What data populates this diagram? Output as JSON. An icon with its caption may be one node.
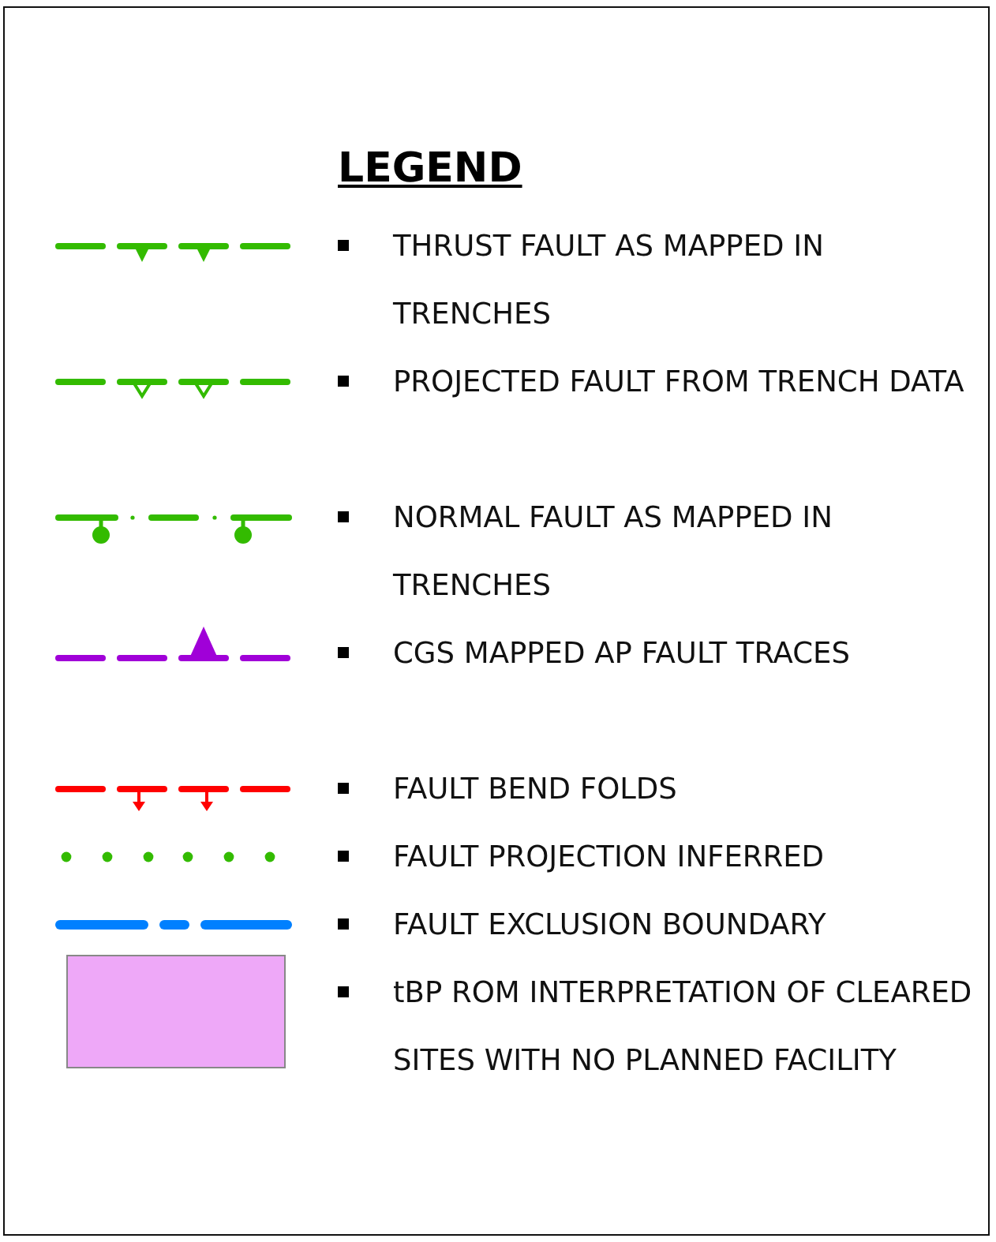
{
  "diagram": {
    "title": "LEGEND",
    "legend": [
      {
        "text": "THRUST FAULT AS MAPPED IN TRENCHES"
      },
      {
        "text": "PROJECTED FAULT FROM TRENCH DATA"
      },
      {
        "text": "NORMAL FAULT AS MAPPED IN TRENCHES"
      },
      {
        "text": "CGS MAPPED AP FAULT TRACES"
      },
      {
        "text": "FAULT BEND FOLDS"
      },
      {
        "text": "FAULT PROJECTION INFERRED"
      },
      {
        "text": "FAULT EXCLUSION BOUNDARY"
      },
      {
        "text": "tBP ROM INTERPRETATION OF CLEARED SITES WITH NO PLANNED FACILITY",
        "color": "#eea8f8"
      }
    ]
  }
}
